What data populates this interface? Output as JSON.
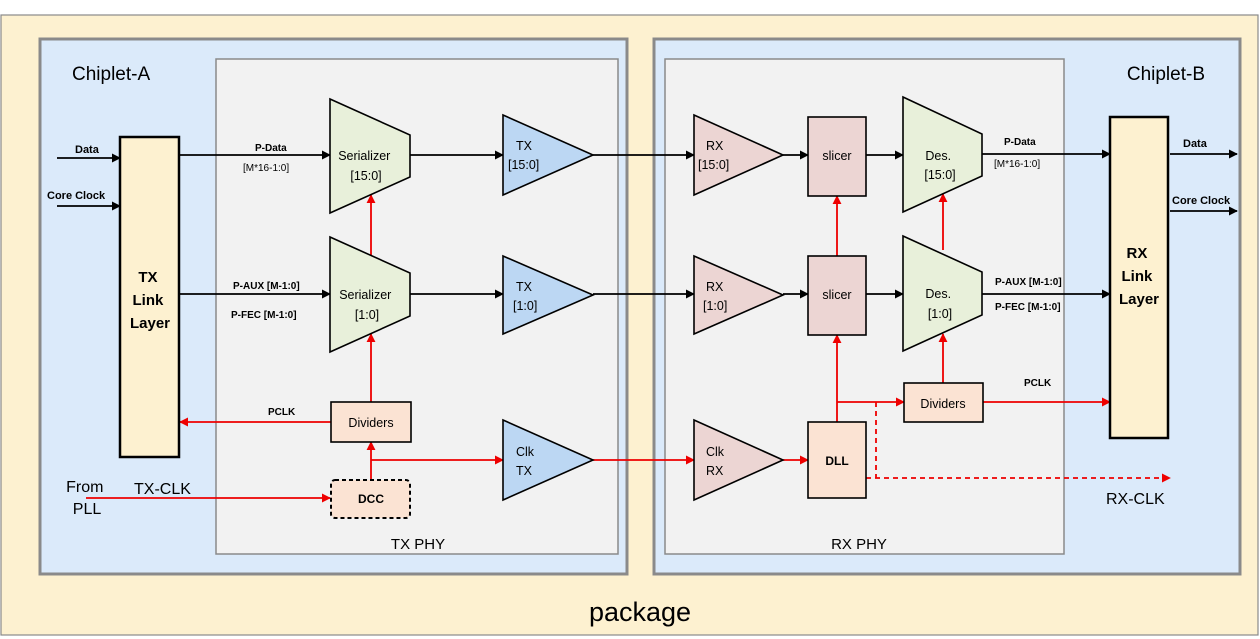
{
  "package_label": "package",
  "chiplet_a": {
    "title": "Chiplet-A",
    "inputs": {
      "data": "Data",
      "core_clock": "Core Clock"
    },
    "tx_link_layer": [
      "TX",
      "Link",
      "Layer"
    ],
    "tx_phy_label": "TX PHY",
    "signals": {
      "p_data": "P-Data",
      "p_data_width": "[M*16-1:0]",
      "p_aux": "P-AUX [M-1:0]",
      "p_fec": "P-FEC [M-1:0]",
      "pclk": "PCLK"
    },
    "serializer_data": [
      "Serializer",
      "[15:0]"
    ],
    "serializer_aux": [
      "Serializer",
      "[1:0]"
    ],
    "tx_data": [
      "TX",
      "[15:0]"
    ],
    "tx_aux": [
      "TX",
      "[1:0]"
    ],
    "clk_tx": [
      "Clk",
      "TX"
    ],
    "dividers": "Dividers",
    "dcc": "DCC",
    "from_pll": [
      "From",
      "PLL"
    ],
    "tx_clk": "TX-CLK"
  },
  "chiplet_b": {
    "title": "Chiplet-B",
    "outputs": {
      "data": "Data",
      "core_clock": "Core Clock"
    },
    "rx_link_layer": [
      "RX",
      "Link",
      "Layer"
    ],
    "rx_phy_label": "RX PHY",
    "signals": {
      "p_data": "P-Data",
      "p_data_width": "[M*16-1:0]",
      "p_aux": "P-AUX [M-1:0]",
      "p_fec": "P-FEC [M-1:0]",
      "pclk": "PCLK"
    },
    "rx_data": [
      "RX",
      "[15:0]"
    ],
    "rx_aux": [
      "RX",
      "[1:0]"
    ],
    "clk_rx": [
      "Clk",
      "RX"
    ],
    "slicer_data": "slicer",
    "slicer_aux": "slicer",
    "des_data": [
      "Des.",
      "[15:0]"
    ],
    "des_aux": [
      "Des.",
      "[1:0]"
    ],
    "dll": "DLL",
    "dividers": "Dividers",
    "rx_clk": "RX-CLK"
  },
  "colors": {
    "package_fill": "#fdf1d0",
    "chiplet_fill": "#dbeafa",
    "phy_fill": "#f2f2f2",
    "serializer_fill": "#e8f0da",
    "tx_fill": "#bcd7f3",
    "rx_fill": "#ecd5d3",
    "block_fill": "#fbe3d3",
    "link_fill": "#fdf1d0",
    "clock_line": "#ee0000",
    "data_line": "#000000"
  }
}
